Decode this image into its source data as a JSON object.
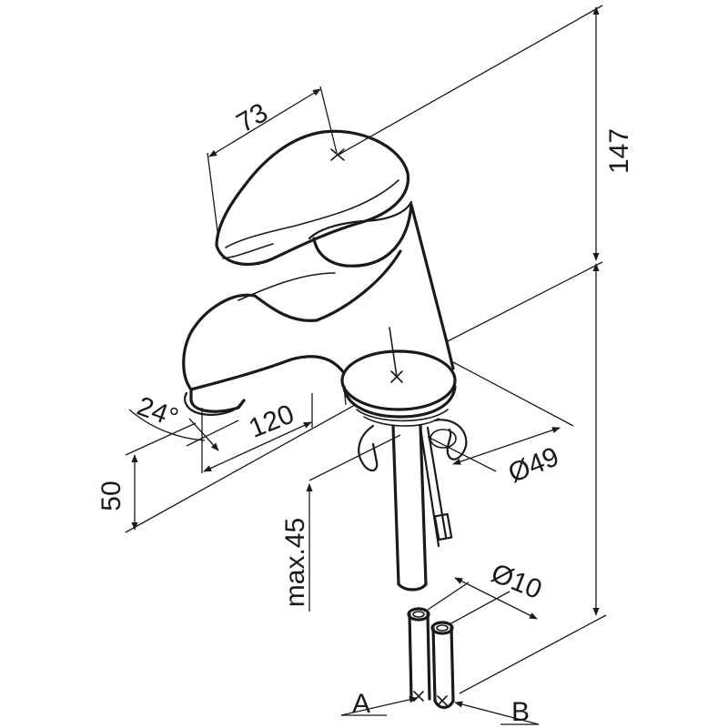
{
  "dimensions": {
    "lever_length": "73",
    "total_height": "147",
    "spout_reach": "120",
    "spout_angle": "24°",
    "spout_height": "50",
    "max_thickness": "max.45",
    "base_diameter": "Ø49",
    "hose_diameter": "Ø10"
  },
  "connections": {
    "a": "A",
    "b": "B"
  }
}
